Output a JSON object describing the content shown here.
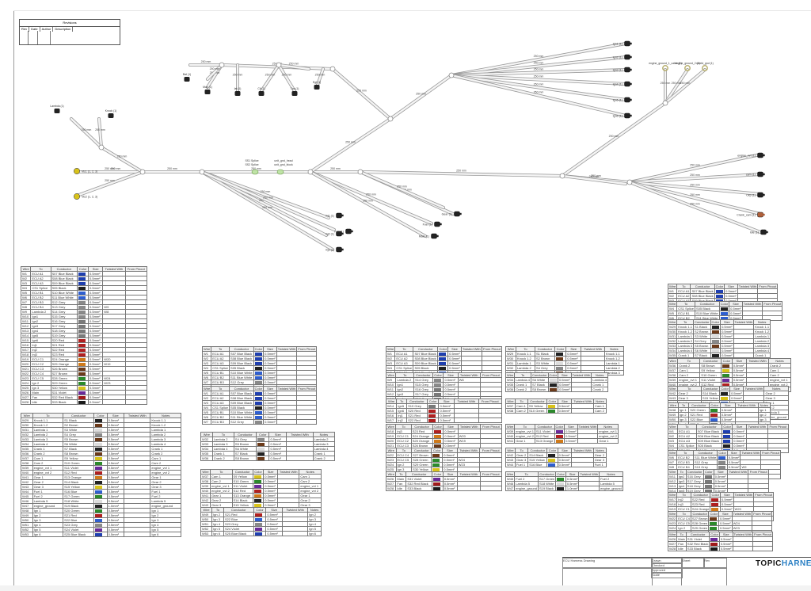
{
  "revisions": {
    "title": "Revisions",
    "columns": [
      "Rev",
      "Date",
      "Author",
      "Description"
    ]
  },
  "harness": {
    "segment_label": "250 mm",
    "connectors": [
      {
        "label": "Lambda (1)"
      },
      {
        "label": "Knock (1)"
      },
      {
        "label": "VE1 (1, 2, 3)"
      },
      {
        "label": "VE2 (1, 2, 3)"
      },
      {
        "label": "Bat (1)"
      },
      {
        "label": "Map (1)"
      },
      {
        "label": "Iat (1)"
      },
      {
        "label": "Clt (1)"
      },
      {
        "label": "Tps (1)"
      },
      {
        "label": "Egt (1)"
      },
      {
        "label": "Ign1 (1)"
      },
      {
        "label": "Ign2 (1)"
      },
      {
        "label": "Ign3 (1)"
      },
      {
        "label": "Ign4 (1)"
      },
      {
        "label": "Ign5 (1)"
      },
      {
        "label": "Ign6 (1)"
      },
      {
        "label": "engine_ground_1_cable (1)"
      },
      {
        "label": "engine_ground_2 (1)"
      },
      {
        "label": "shield_gnd (1)"
      },
      {
        "label": "inj1 (1)"
      },
      {
        "label": "inj2 (1)"
      },
      {
        "label": "inj3 (1)"
      },
      {
        "label": "Gear (1)"
      },
      {
        "label": "Fuel (1)"
      },
      {
        "label": "engine_vvt (1)"
      },
      {
        "label": "cam (1)"
      },
      {
        "label": "Ckp (1)"
      },
      {
        "label": "Crank_cam (1)"
      },
      {
        "label": "Idle (1)"
      },
      {
        "label": "Main (1)"
      },
      {
        "label": "Fan (1)"
      }
    ],
    "splice_labels": [
      "SS1 Splice",
      "SS2 Splice",
      "unit_gnd_head",
      "unit_gnd_block"
    ]
  },
  "wire_tables": [
    {
      "id": "t1",
      "columns": [
        "Wire",
        "To",
        "Conductor",
        "Color",
        "Size",
        "Twisted With",
        "From Pinout"
      ],
      "rows": [
        [
          "W1",
          "ECU A1",
          "S07 Blue Black",
          "#1f3fb0",
          "0.5mm²",
          "",
          ""
        ],
        [
          "W2",
          "ECU A2",
          "S08 Blue Black",
          "#1f3fb0",
          "0.5mm²",
          "",
          ""
        ],
        [
          "W3",
          "ECU A3",
          "S09 Blue Black",
          "#1f3fb0",
          "0.5mm²",
          "",
          ""
        ],
        [
          "W4",
          "CS1 Splice",
          "S05 Black",
          "#222222",
          "0.5mm²",
          "",
          ""
        ],
        [
          "W5",
          "ECU B1",
          "S10 Blue White",
          "#2f5fd0",
          "0.5mm²",
          "",
          ""
        ],
        [
          "W6",
          "ECU B2",
          "S11 Blue White",
          "#2f5fd0",
          "0.5mm²",
          "",
          ""
        ],
        [
          "W7",
          "ECU B3",
          "S12 Grey",
          "#8a8a8a",
          "0.5mm²",
          "",
          ""
        ],
        [
          "W8",
          "ECU B4",
          "S13 Grey",
          "#8a8a8a",
          "0.5mm²",
          "W9",
          ""
        ],
        [
          "W9",
          "Lambda 2",
          "S14 Grey",
          "#8a8a8a",
          "0.5mm²",
          "W8",
          ""
        ],
        [
          "W10",
          "Ign1",
          "S15 Grey",
          "#8a8a8a",
          "0.5mm²",
          "",
          ""
        ],
        [
          "W11",
          "Ign2",
          "S16 Grey",
          "#7a7a7a",
          "0.5mm²",
          "",
          ""
        ],
        [
          "W12",
          "Ign3",
          "S17 Grey",
          "#7a7a7a",
          "0.5mm²",
          "",
          ""
        ],
        [
          "W13",
          "Ign4",
          "S18 Grey",
          "#7a7a7a",
          "0.5mm²",
          "",
          ""
        ],
        [
          "W14",
          "Ign5",
          "S19 Grey",
          "#7a7a7a",
          "0.5mm²",
          "",
          ""
        ],
        [
          "W15",
          "Ign6",
          "S20 Red",
          "#b02020",
          "0.5mm²",
          "",
          ""
        ],
        [
          "W16",
          "Inj1",
          "S21 Red",
          "#b02020",
          "0.5mm²",
          "",
          ""
        ],
        [
          "W17",
          "Inj2",
          "S22 Red",
          "#b02020",
          "0.5mm²",
          "",
          ""
        ],
        [
          "W18",
          "Inj3",
          "S23 Red",
          "#b02020",
          "0.5mm²",
          "",
          ""
        ],
        [
          "W19",
          "ECU C1",
          "S24 Orange",
          "#d07a1a",
          "0.5mm²",
          "W20",
          ""
        ],
        [
          "W20",
          "ECU C2",
          "S25 Orange",
          "#d07a1a",
          "0.5mm²",
          "W19",
          ""
        ],
        [
          "W21",
          "ECU C3",
          "S26 Brown",
          "#6b3a1a",
          "0.5mm²",
          "",
          ""
        ],
        [
          "W22",
          "ECU C4",
          "S27 Brown",
          "#6b3a1a",
          "0.5mm²",
          "",
          ""
        ],
        [
          "W23",
          "ECU C5",
          "S28 Green",
          "#2c8a2c",
          "0.5mm²",
          "W24",
          ""
        ],
        [
          "W24",
          "Ign 2",
          "S29 Green",
          "#2c8a2c",
          "0.5mm²",
          "W23",
          ""
        ],
        [
          "W25",
          "Ign 3",
          "S30 Yellow",
          "#d8c21a",
          "0.5mm²",
          "",
          ""
        ],
        [
          "W26",
          "Main",
          "S31 Violet",
          "#6a2a9a",
          "0.5mm²",
          "",
          ""
        ],
        [
          "W27",
          "Fan",
          "S32 Red Black",
          "#a01a1a",
          "0.5mm²",
          "",
          ""
        ],
        [
          "W28",
          "Idle",
          "S33 Black",
          "#1a1a1a",
          "0.5mm²",
          "",
          ""
        ]
      ]
    },
    {
      "id": "t2",
      "columns": [
        "Wire",
        "To",
        "Conductor",
        "Color",
        "Size",
        "Twisted With",
        "Notes"
      ],
      "rows": [
        [
          "W29",
          "Knock 1.1",
          "S1 Black",
          "#222222",
          "0.5mm²",
          "",
          "Knock 1.1"
        ],
        [
          "W30",
          "Knock 1.2",
          "S2 Brown",
          "#6b3a1a",
          "0.5mm²",
          "",
          "Knock 1.2"
        ],
        [
          "W31",
          "Lambda 1",
          "S3 White",
          "#dddddd",
          "0.5mm²",
          "",
          "Lambda 1"
        ],
        [
          "W32",
          "Lambda 2",
          "S4 Grey",
          "#8a8a8a",
          "0.5mm²",
          "",
          "Lambda 2"
        ],
        [
          "W33",
          "Lambda 3",
          "S5 Brown",
          "#6b3a1a",
          "0.5mm²",
          "",
          "Lambda 3"
        ],
        [
          "W34",
          "Lambda 4",
          "S6 White",
          "#dddddd",
          "0.5mm²",
          "",
          "Lambda 4"
        ],
        [
          "W35",
          "Crank 1",
          "S7 Black",
          "#222222",
          "0.5mm²",
          "",
          "Crank 1"
        ],
        [
          "W36",
          "Crank 2",
          "S8 Brown",
          "#6b3a1a",
          "0.5mm²",
          "",
          "Crank 2"
        ],
        [
          "W37",
          "Cam 1",
          "S9 Yellow",
          "#d8c21a",
          "0.5mm²",
          "",
          "Cam 1"
        ],
        [
          "W38",
          "Cam 2",
          "S10 Green",
          "#2c8a2c",
          "0.5mm²",
          "",
          "Cam 2"
        ],
        [
          "W39",
          "engine_vvt 1",
          "S11 Violet",
          "#6a2a9a",
          "0.5mm²",
          "",
          "engine_vvt 1"
        ],
        [
          "W40",
          "engine_vvt 2",
          "S12 Red",
          "#b02020",
          "0.5mm²",
          "",
          "engine_vvt 2"
        ],
        [
          "W41",
          "Gear 1",
          "S13 Orange",
          "#d07a1a",
          "0.5mm²",
          "",
          "Gear 1"
        ],
        [
          "W42",
          "Gear 2",
          "S14 Black",
          "#222222",
          "0.5mm²",
          "",
          "Gear 2"
        ],
        [
          "W43",
          "Gear 3",
          "S15 Yellow",
          "#d8c21a",
          "0.5mm²",
          "",
          "Gear 3"
        ],
        [
          "W44",
          "Fuel 1",
          "S16 Blue",
          "#2f5fd0",
          "0.5mm²",
          "",
          "Fuel 1"
        ],
        [
          "W45",
          "Fuel 2",
          "S17 Green",
          "#2c8a2c",
          "0.5mm²",
          "",
          "Fuel 2"
        ],
        [
          "W46",
          "Lambda 5",
          "S18 White",
          "#dddddd",
          "0.5mm²",
          "",
          "Lambda 5"
        ],
        [
          "W47",
          "engine_ground",
          "S19 Black",
          "#222222",
          "1.0mm²",
          "",
          "engine_ground"
        ],
        [
          "W48",
          "Ign 1",
          "S20 Green",
          "#2c8a2c",
          "0.5mm²",
          "",
          "Ign 1"
        ],
        [
          "W49",
          "Ign 2",
          "S21 Red",
          "#b02020",
          "0.5mm²",
          "",
          "Ign 2"
        ],
        [
          "W50",
          "Ign 3",
          "S22 Blue",
          "#2f5fd0",
          "0.5mm²",
          "",
          "Ign 3"
        ],
        [
          "W51",
          "Ign 4",
          "S23 Grey",
          "#8a8a8a",
          "0.5mm²",
          "",
          "Ign 4"
        ],
        [
          "W52",
          "Ign 5",
          "S24 Violet",
          "#6a2a9a",
          "0.5mm²",
          "",
          "Ign 5"
        ],
        [
          "W53",
          "Ign 6",
          "S25 Blue Black",
          "#1f3fb0",
          "0.5mm²",
          "",
          "Ign 6"
        ]
      ]
    }
  ],
  "title_block": {
    "logo_main": "TOPIC",
    "logo_accent": "HARNE",
    "drawing_title": "ECU Harness Drawing",
    "fields": [
      "Drawn",
      "Checked",
      "Approved",
      "Scale",
      "Sheet",
      "Rev"
    ]
  }
}
